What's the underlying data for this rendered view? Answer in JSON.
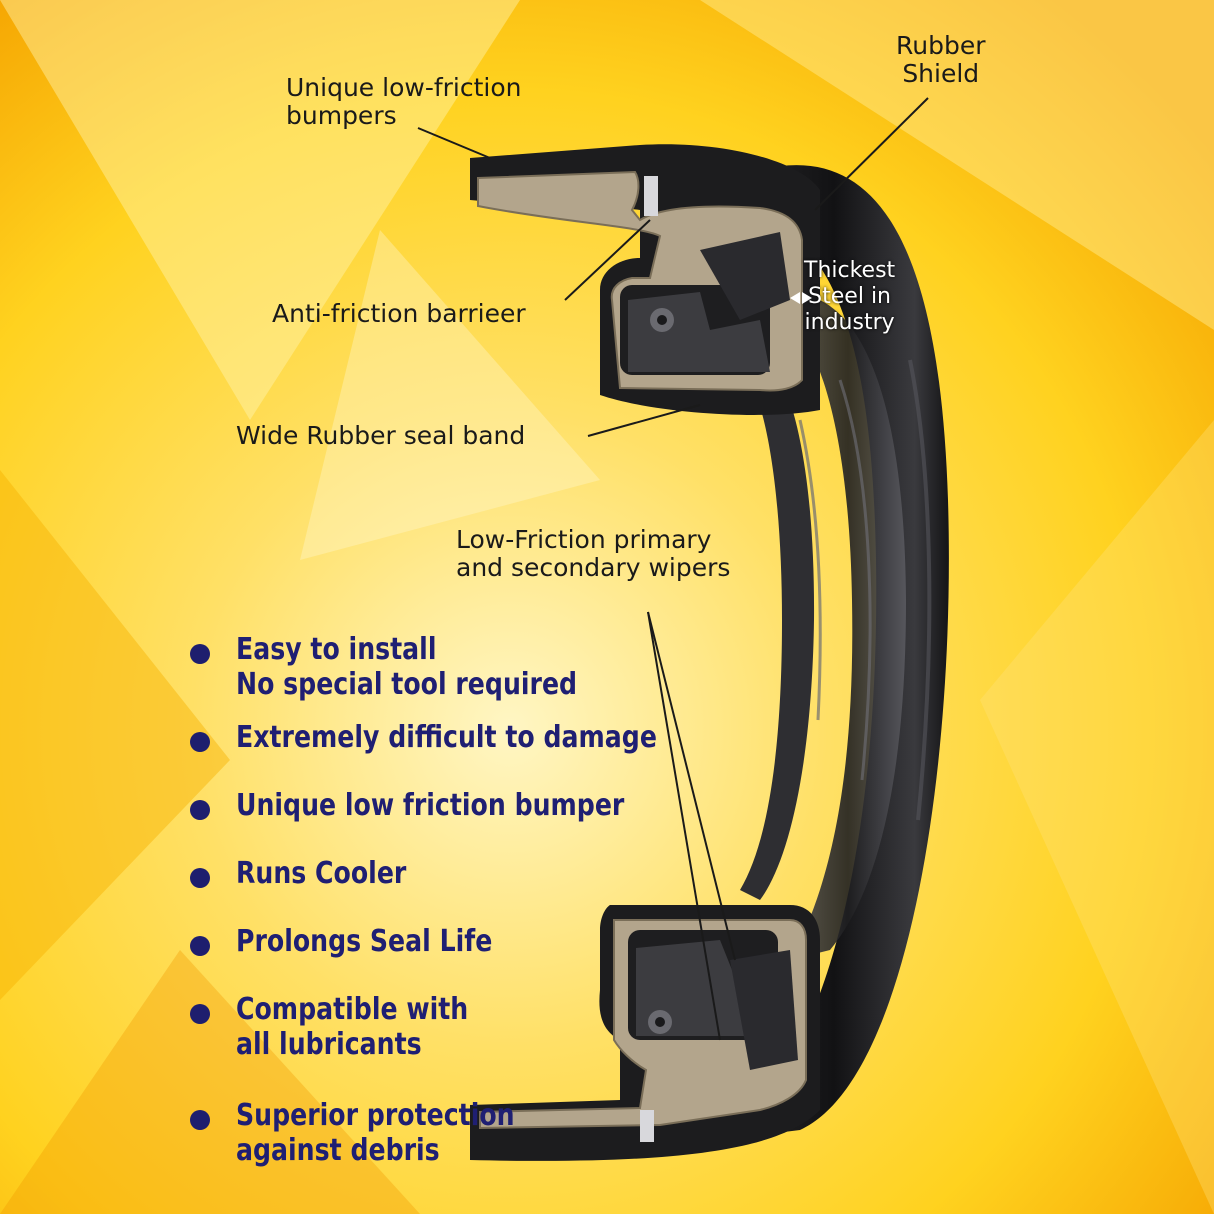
{
  "callouts": {
    "bumpers": [
      "Unique low-friction",
      "bumpers"
    ],
    "shield": [
      "Rubber",
      "Shield"
    ],
    "thickest": [
      "Thickest",
      "Steel in",
      "industry"
    ],
    "barrier": "Anti-friction barrieer",
    "seal_band": "Wide Rubber seal band",
    "wipers": [
      "Low-Friction primary",
      "and secondary wipers"
    ]
  },
  "features": [
    [
      "Easy to install",
      "No special tool required"
    ],
    [
      "Extremely difficult to damage"
    ],
    [
      "Unique low friction bumper"
    ],
    [
      "Runs Cooler"
    ],
    [
      "Prolongs Seal Life"
    ],
    [
      "Compatible with",
      "all lubricants"
    ],
    [
      "Superior protection",
      "against debris"
    ]
  ],
  "colors": {
    "background_light": "#fff6c4",
    "background_yellow": "#ffd21f",
    "background_orange": "#f5a300",
    "rubber": "#1c1c1e",
    "steel": "#b3a58c",
    "feature_text": "#1f1f73"
  }
}
